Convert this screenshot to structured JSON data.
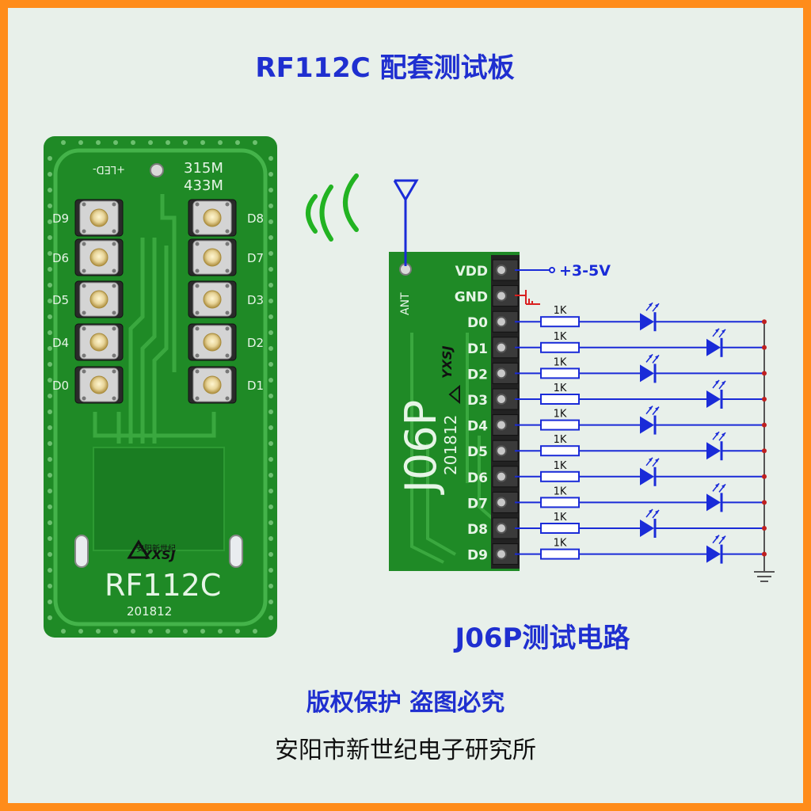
{
  "header": {
    "title": "RF112C 配套测试板"
  },
  "transmitter": {
    "freq_1": "315M",
    "freq_2": "433M",
    "led_label": "+LED-",
    "model": "RF112C",
    "date": "201812",
    "brand": "YXSJ",
    "brand_cn": "安阳新世纪",
    "buttons_left": [
      "D9",
      "D6",
      "D5",
      "D4",
      "D0"
    ],
    "buttons_right": [
      "D8",
      "D7",
      "D3",
      "D2",
      "D1"
    ]
  },
  "receiver": {
    "model": "J06P",
    "date": "201812",
    "ant_label": "ANT",
    "brand": "YXSJ",
    "pins": [
      "VDD",
      "GND",
      "D0",
      "D1",
      "D2",
      "D3",
      "D4",
      "D5",
      "D6",
      "D7",
      "D8",
      "D9"
    ],
    "supply_label": "+3-5V",
    "resistor_label": "1K"
  },
  "circuit": {
    "title": "J06P测试电路"
  },
  "footer": {
    "copyright": "版权保护 盗图必究",
    "company": "安阳市新世纪电子研究所"
  },
  "colors": {
    "border": "#ff8c1a",
    "background": "#e8f0ea",
    "pcb": "#1f8a26",
    "schematic": "#1a2bd8",
    "title": "#1f2fd0",
    "signal": "#22b322"
  }
}
